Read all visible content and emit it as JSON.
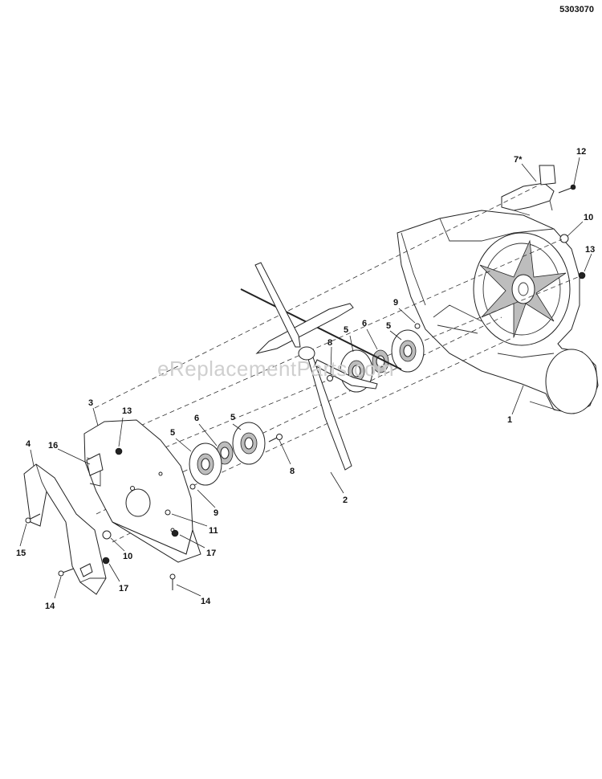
{
  "document_number": "5303070",
  "watermark": "eReplacementParts.com",
  "callouts": [
    {
      "id": "c-12",
      "label": "12"
    },
    {
      "id": "c-7",
      "label": "7*"
    },
    {
      "id": "c-10a",
      "label": "10"
    },
    {
      "id": "c-13a",
      "label": "13"
    },
    {
      "id": "c-9a",
      "label": "9"
    },
    {
      "id": "c-5a",
      "label": "5"
    },
    {
      "id": "c-6a",
      "label": "6"
    },
    {
      "id": "c-5b",
      "label": "5"
    },
    {
      "id": "c-8a",
      "label": "8"
    },
    {
      "id": "c-1",
      "label": "1"
    },
    {
      "id": "c-3",
      "label": "3"
    },
    {
      "id": "c-13b",
      "label": "13"
    },
    {
      "id": "c-5c",
      "label": "5"
    },
    {
      "id": "c-6b",
      "label": "6"
    },
    {
      "id": "c-5d",
      "label": "5"
    },
    {
      "id": "c-16",
      "label": "16"
    },
    {
      "id": "c-4",
      "label": "4"
    },
    {
      "id": "c-8b",
      "label": "8"
    },
    {
      "id": "c-2",
      "label": "2"
    },
    {
      "id": "c-9b",
      "label": "9"
    },
    {
      "id": "c-11",
      "label": "11"
    },
    {
      "id": "c-17a",
      "label": "17"
    },
    {
      "id": "c-10b",
      "label": "10"
    },
    {
      "id": "c-15",
      "label": "15"
    },
    {
      "id": "c-17b",
      "label": "17"
    },
    {
      "id": "c-14a",
      "label": "14"
    },
    {
      "id": "c-14b",
      "label": "14"
    }
  ]
}
